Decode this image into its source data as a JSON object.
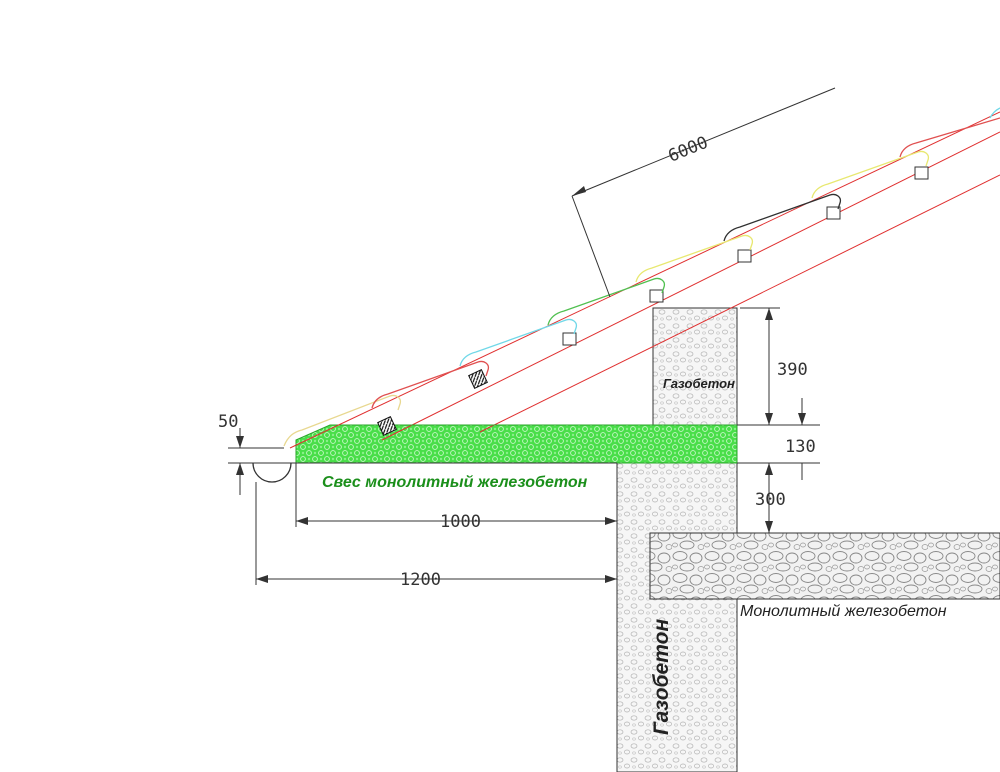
{
  "dimensions": {
    "rafter_length": "6000",
    "wall_height": "390",
    "slab_thickness": "130",
    "lower_height": "300",
    "eave_offset": "50",
    "overhang": "1000",
    "overhang_total": "1200"
  },
  "labels": {
    "overhang_slab": "Свес монолитный железобетон",
    "floor_slab": "Монолитный железобетон",
    "wall_upper": "Газобетон",
    "wall_lower": "Газобетон"
  },
  "colors": {
    "concrete_green": "#3fd83f",
    "rafter_red": "#e03030",
    "tile_colors": [
      "#e8d890",
      "#e05050",
      "#70d8e8",
      "#50c050",
      "#e8e870",
      "#303030",
      "#e8e870",
      "#e05050",
      "#70d8e8"
    ]
  }
}
